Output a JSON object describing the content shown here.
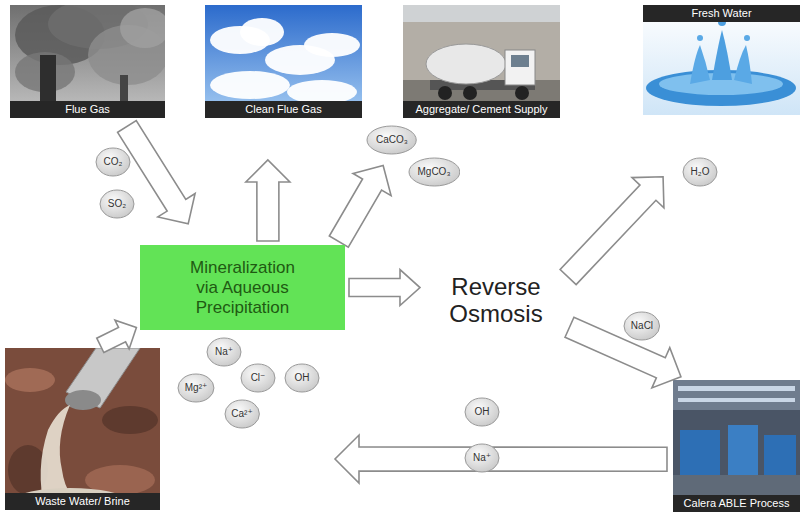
{
  "diagram": {
    "nodes": [
      {
        "text": [
          "Flue Gas"
        ]
      },
      {
        "text": [
          "Clean Flue Gas"
        ]
      },
      {
        "text": [
          "Aggregate/ Cement Supply"
        ]
      },
      {
        "text": [
          "Fresh Water"
        ]
      },
      {
        "text": [
          "CO₂"
        ]
      },
      {
        "text": [
          "CaCO₃"
        ]
      },
      {
        "text": [
          "MgCO₃"
        ]
      },
      {
        "text": [
          "H₂O"
        ]
      },
      {
        "text": [
          "SO₂"
        ]
      },
      {
        "text": [
          "Mineralization via Aqueous Precipitation"
        ]
      },
      {
        "text": [
          "Reverse Osmosis"
        ]
      },
      {
        "text": [
          "NaCl"
        ]
      },
      {
        "text": [
          "Waste Water/ Brine"
        ]
      },
      {
        "text": [
          "Na⁺"
        ]
      },
      {
        "text": [
          "Cl⁻"
        ]
      },
      {
        "text": [
          "Mg²⁺"
        ]
      },
      {
        "text": [
          "OH"
        ]
      },
      {
        "text": [
          "Ca²⁺"
        ]
      },
      {
        "text": [
          "OH"
        ]
      },
      {
        "text": [
          "Na⁺"
        ]
      },
      {
        "text": [
          "Calera ABLE Process"
        ]
      }
    ],
    "edges": [
      {
        "from": 0,
        "to": 9,
        "arrow": "to"
      },
      {
        "from": 9,
        "to": 1,
        "arrow": "to"
      },
      {
        "from": 9,
        "to": 2,
        "arrow": "to"
      },
      {
        "from": 9,
        "to": 10,
        "arrow": "to"
      },
      {
        "from": 10,
        "to": 3,
        "arrow": "to"
      },
      {
        "from": 10,
        "to": 20,
        "arrow": "to"
      },
      {
        "from": 20,
        "to": 12,
        "arrow": "to"
      },
      {
        "from": 12,
        "to": 9,
        "arrow": "to"
      }
    ]
  }
}
